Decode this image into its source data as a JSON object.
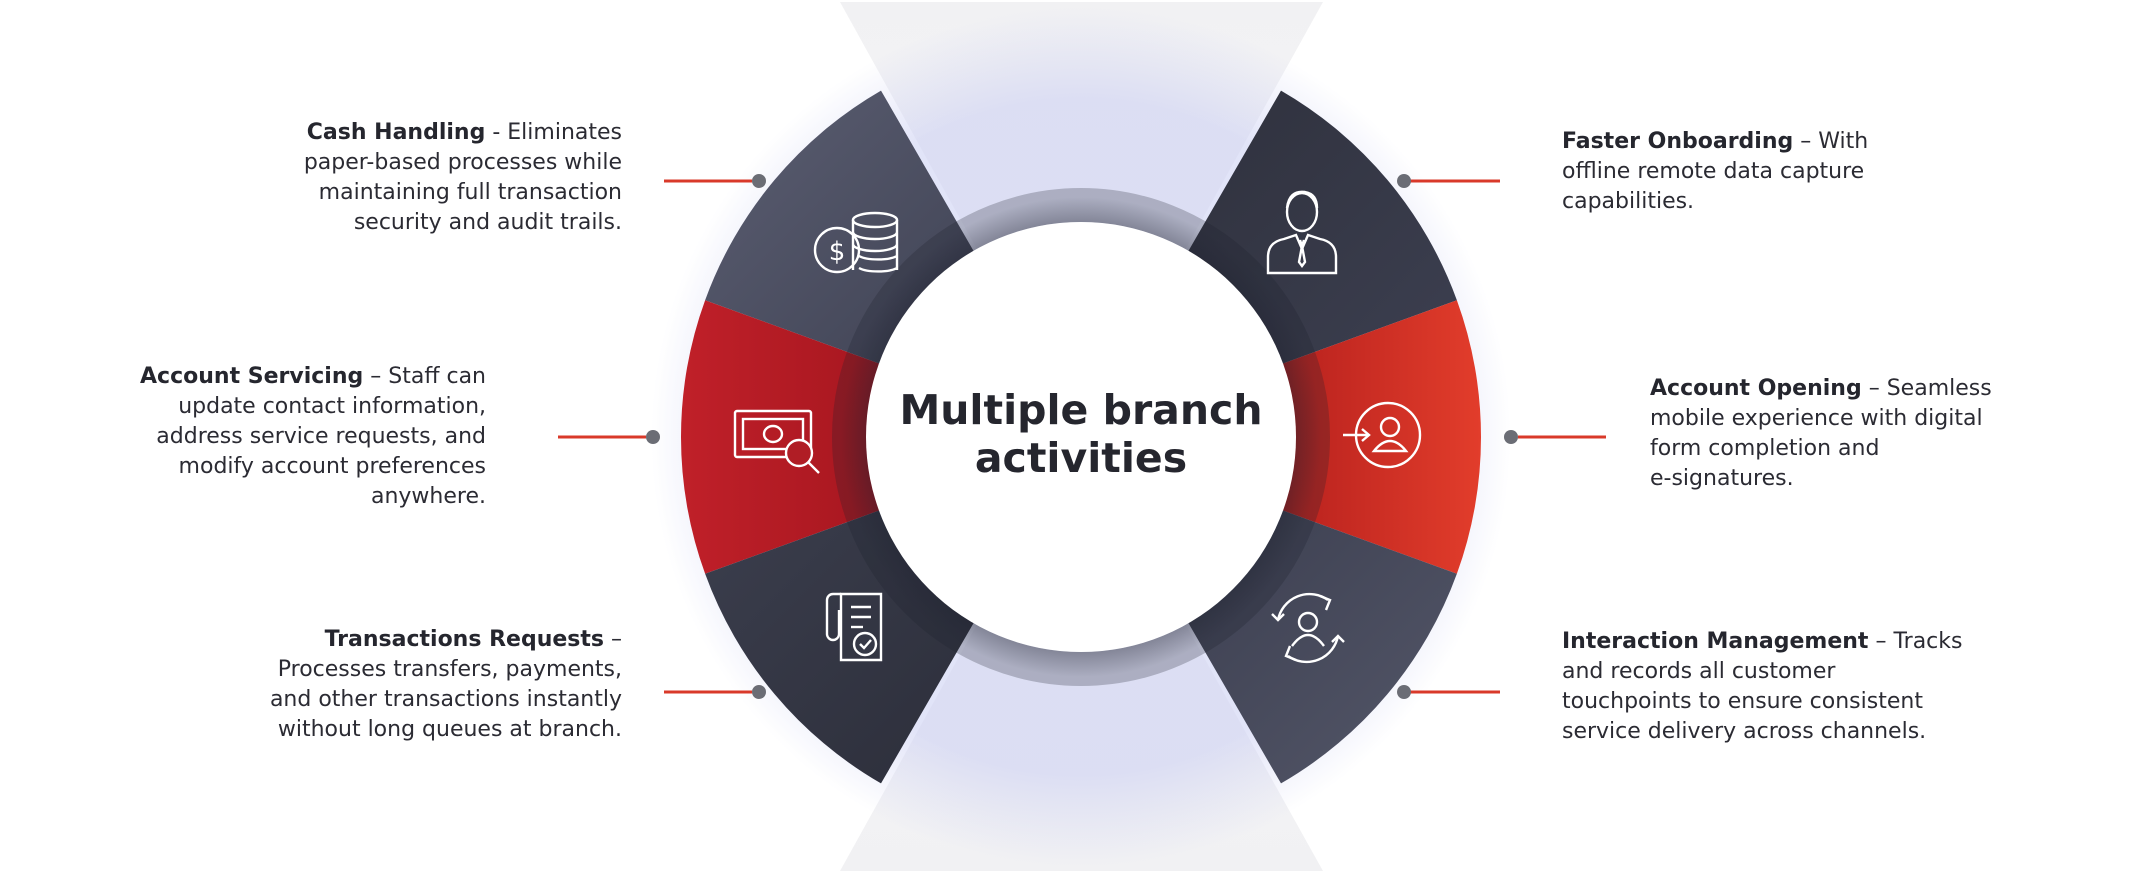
{
  "center": {
    "title_line1": "Multiple branch",
    "title_line2": "activities"
  },
  "colors": {
    "dark": "#3a3d4d",
    "slate": "#4d5064",
    "red": "#b8202a",
    "orange_red": "#de3a29",
    "accent_line": "#d9392a",
    "dot": "#6b6d75"
  },
  "items": [
    {
      "id": "cash-handling",
      "icon": "coins-dollar-icon",
      "title": "Cash Handling",
      "sep": " - ",
      "lines": [
        "Eliminates",
        "paper-based processes while",
        "maintaining full transaction",
        "security and audit trails."
      ]
    },
    {
      "id": "account-servicing",
      "icon": "banknote-search-icon",
      "title": "Account Servicing",
      "sep": " – ",
      "lines": [
        "Staff can",
        "update contact information,",
        "address service requests, and",
        "modify account preferences",
        "anywhere."
      ]
    },
    {
      "id": "transactions-requests",
      "icon": "document-check-icon",
      "title": "Transactions Requests",
      "sep": " –",
      "lines": [
        "",
        "Processes transfers, payments,",
        "and other transactions instantly",
        "without long queues at branch."
      ]
    },
    {
      "id": "faster-onboarding",
      "icon": "businessman-icon",
      "title": "Faster Onboarding",
      "sep": " – ",
      "lines": [
        "With",
        "offline remote data capture",
        "capabilities."
      ]
    },
    {
      "id": "account-opening",
      "icon": "user-login-icon",
      "title": "Account Opening",
      "sep": " – ",
      "lines": [
        "Seamless",
        "mobile experience with digital",
        "form completion and",
        "e-signatures."
      ]
    },
    {
      "id": "interaction-management",
      "icon": "user-cycle-icon",
      "title": "Interaction Management",
      "sep": " – ",
      "lines": [
        "Tracks",
        "and records all customer",
        "touchpoints to ensure consistent",
        "service delivery across channels."
      ]
    }
  ]
}
